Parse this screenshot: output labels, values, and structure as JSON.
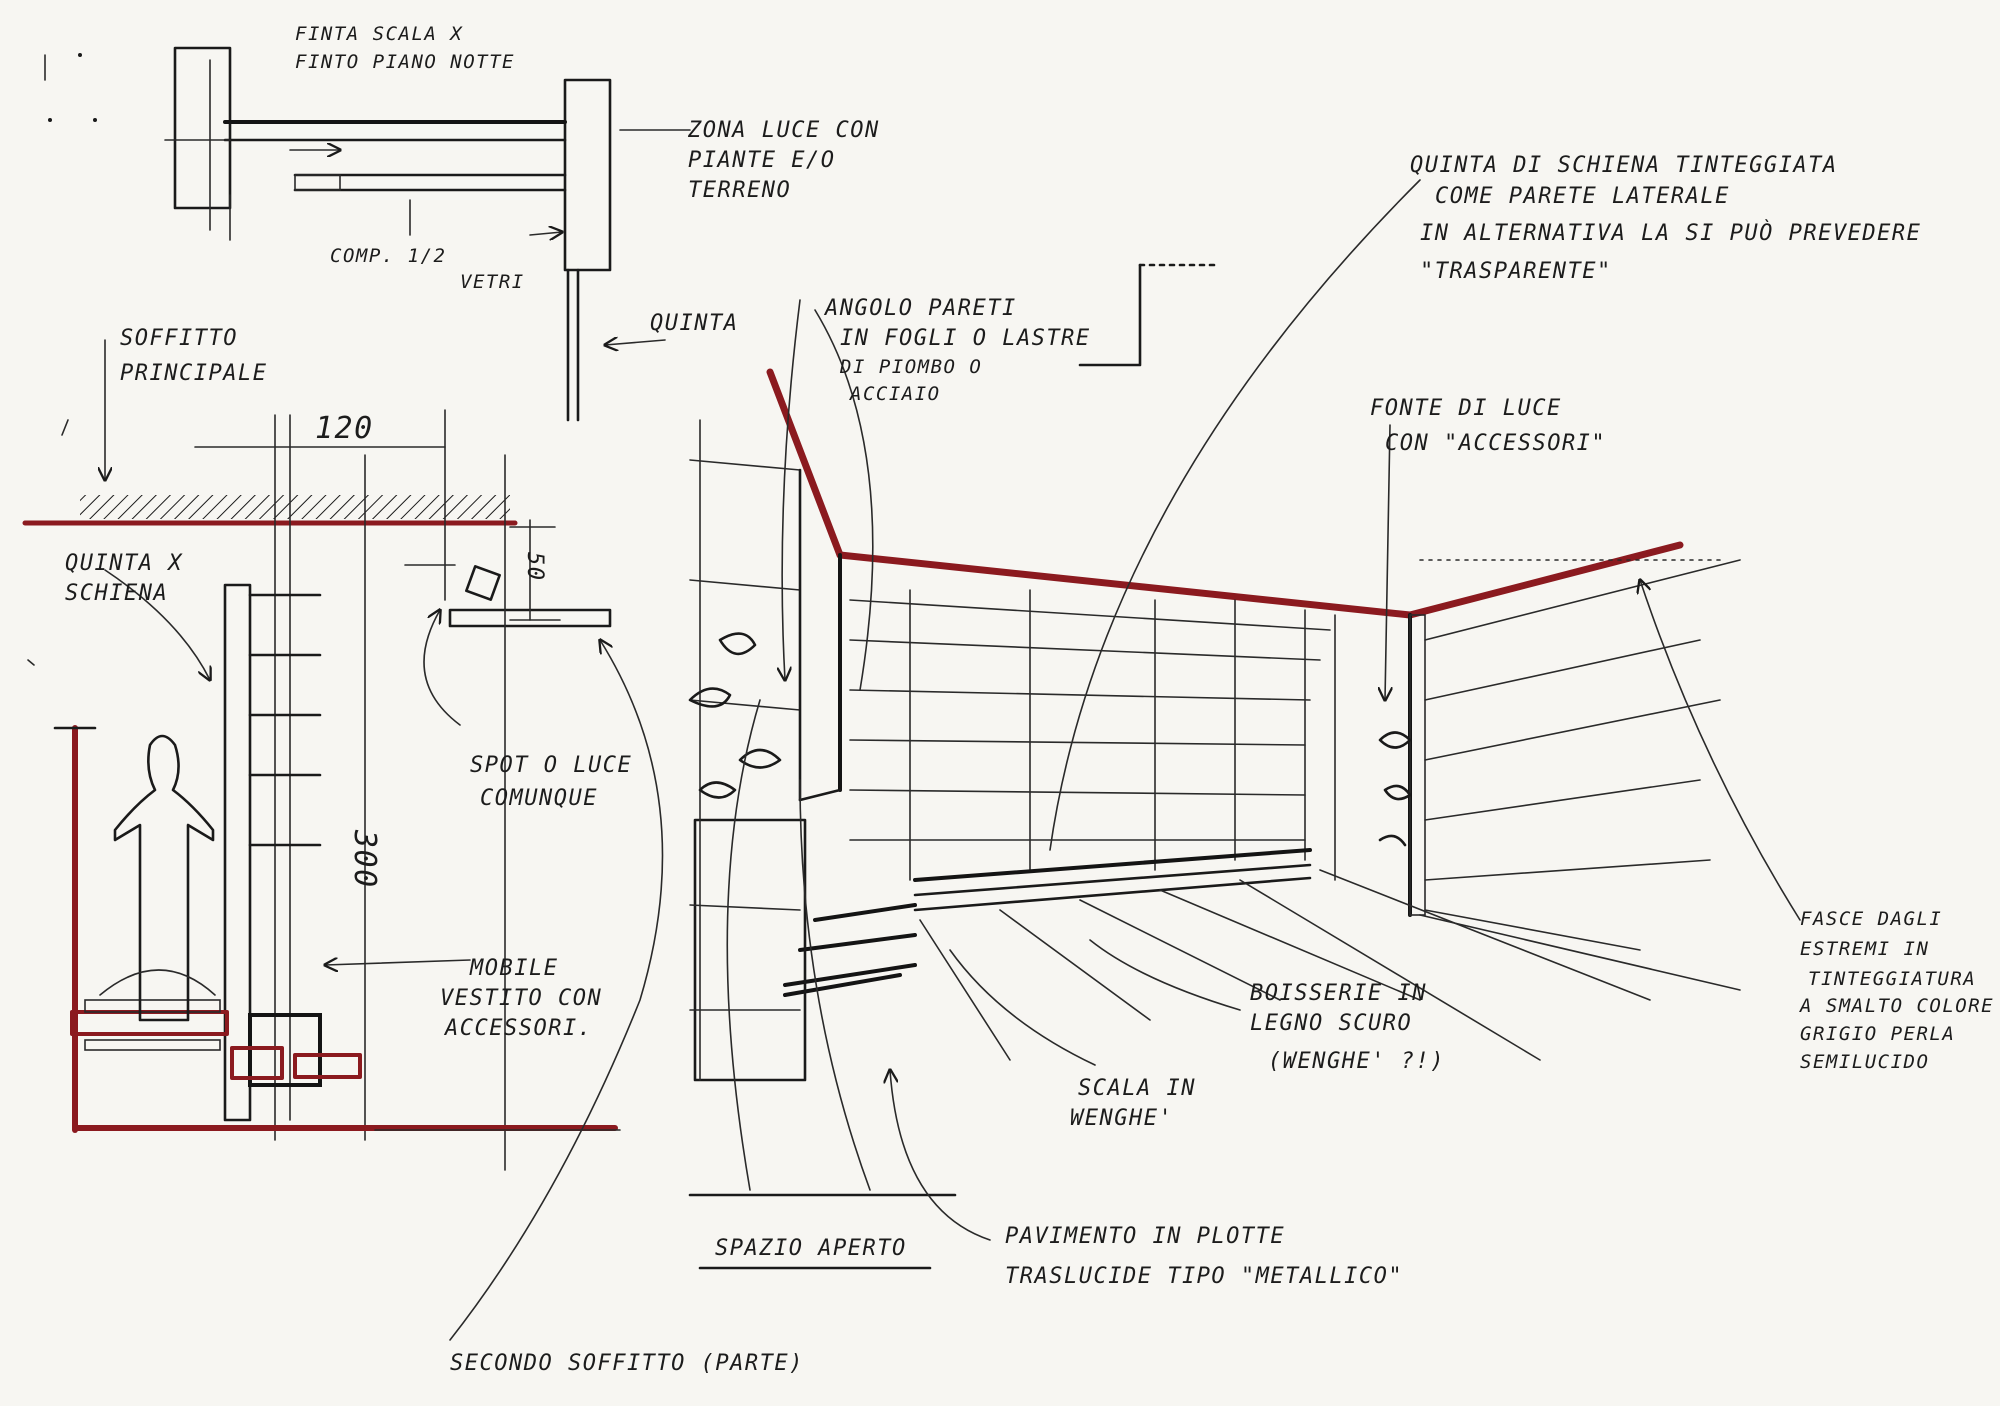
{
  "colors": {
    "paper": "#f7f6f2",
    "ink": "#1a1a1a",
    "accent_red": "#8b1a1f"
  },
  "labels": {
    "stair_top": [
      "FINTA SCALA X",
      "FINTO PIANO NOTTE"
    ],
    "light_zone": [
      "ZONA LUCE CON",
      "PIANTE E/O",
      "TERRENO"
    ],
    "comp": "COMP. 1/2",
    "vetri": "VETRI",
    "quinta": "QUINTA",
    "soffitto_principale": [
      "SOFFITTO",
      "PRINCIPALE"
    ],
    "dim_120": "120",
    "dim_50": "50",
    "dim_300": "300",
    "quinta_schiena": [
      "QUINTA X",
      "SCHIENA"
    ],
    "spot_luce": [
      "SPOT O LUCE",
      "COMUNQUE"
    ],
    "mobile": [
      "MOBILE",
      "VESTITO CON",
      "ACCESSORI."
    ],
    "angolo_pareti": [
      "ANGOLO PARETI",
      "IN FOGLI O LASTRE",
      "DI PIOMBO O",
      "ACCIAIO"
    ],
    "quinta_tinteggiata": [
      "QUINTA DI SCHIENA TINTEGGIATA",
      "COME PARETE LATERALE",
      "IN ALTERNATIVA LA SI PUÒ PREVEDERE",
      "\"TRASPARENTE\""
    ],
    "fonte_luce": [
      "FONTE DI LUCE",
      "CON \"ACCESSORI\""
    ],
    "fasce": [
      "FASCE DAGLI",
      "ESTREMI IN",
      "TINTEGGIATURA",
      "A SMALTO COLORE",
      "GRIGIO PERLA",
      "SEMILUCIDO"
    ],
    "boiserie": [
      "BOISSERIE IN",
      "LEGNO SCURO",
      "(WENGHE' ?!)"
    ],
    "scala": [
      "SCALA IN",
      "WENGHE'"
    ],
    "spazio_aperto": "SPAZIO APERTO",
    "pavimento": [
      "PAVIMENTO IN PLOTTE",
      "TRASLUCIDE TIPO \"METALLICO\""
    ],
    "secondo_soffitto": "SECONDO SOFFITTO (PARTE)"
  }
}
